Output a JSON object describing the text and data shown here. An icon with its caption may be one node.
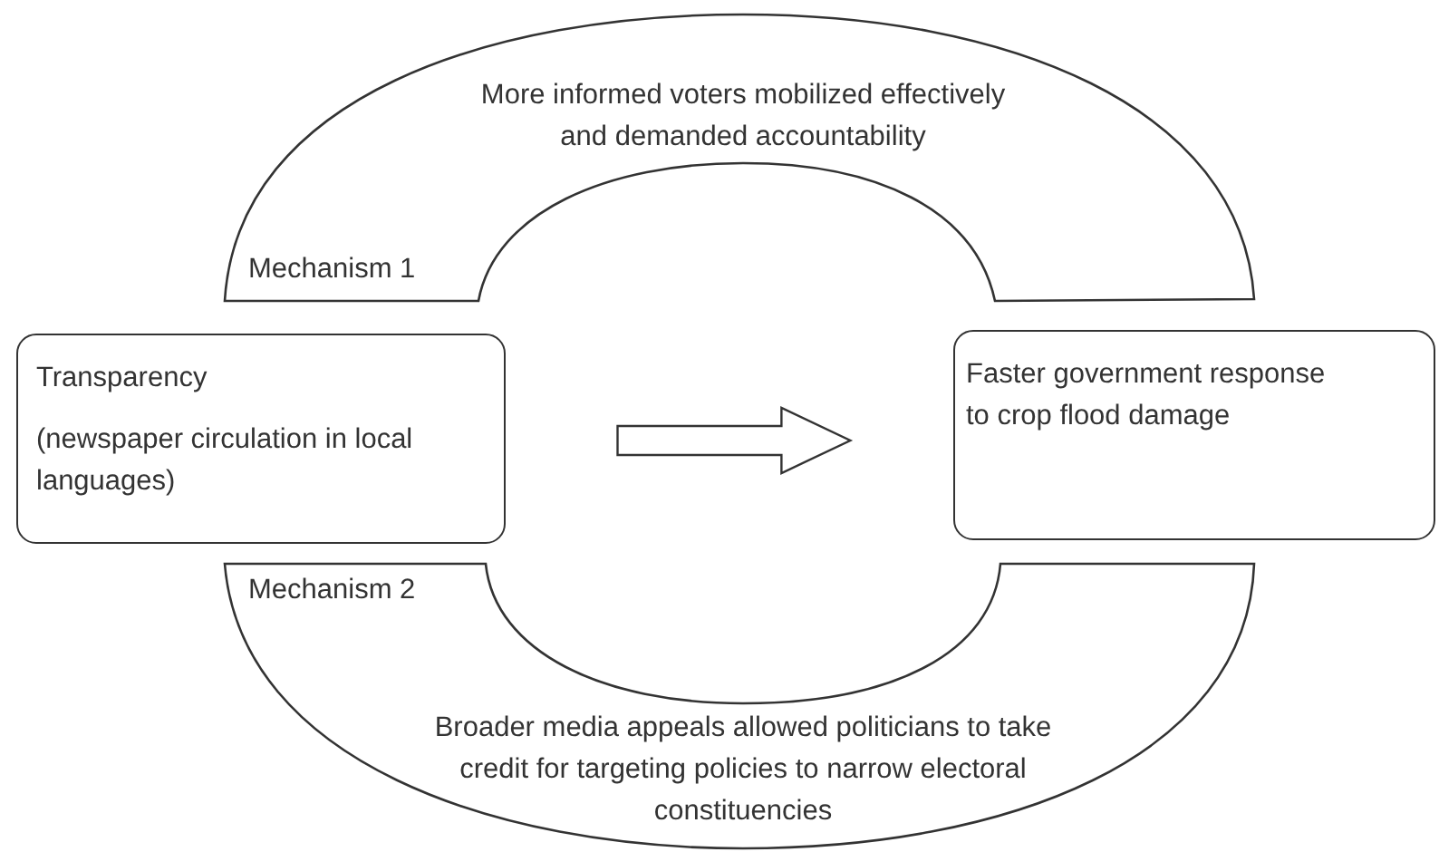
{
  "diagram": {
    "nodes": [
      {
        "text": [
          "More informed voters mobilized effectively and demanded accountability",
          "Mechanism 1"
        ]
      },
      {
        "text": [
          "Transparency",
          "(newspaper circulation in local languages)"
        ]
      },
      {
        "text": [
          "Faster government response to crop flood damage"
        ]
      },
      {
        "text": [
          "Mechanism 2",
          "Broader media appeals allowed politicians to take credit for targeting policies to narrow electoral constituencies"
        ]
      }
    ],
    "edges": [
      {
        "from": 1,
        "to": 2,
        "arrow": "to"
      }
    ]
  }
}
